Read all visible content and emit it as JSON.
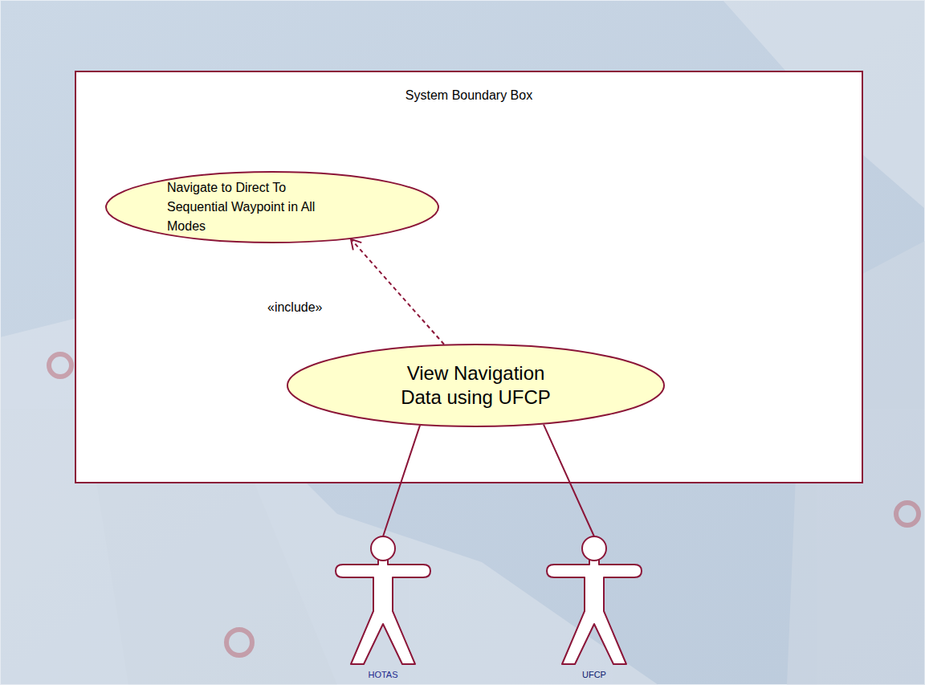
{
  "diagram": {
    "nodes": [
      {
        "text": [
          "System Boundary Box"
        ]
      },
      {
        "text": [
          "Navigate to Direct To Sequential Waypoint in All Modes"
        ],
        "in": 0
      },
      {
        "text": [
          "View Navigation Data using UFCP"
        ],
        "in": 0
      },
      {
        "text": [
          "HOTAS"
        ]
      },
      {
        "text": [
          "UFCP"
        ]
      }
    ],
    "edges": [
      {
        "from": 2,
        "to": 1,
        "label": "«include»",
        "arrow": "to"
      },
      {
        "from": 2,
        "to": 3,
        "arrow": "none"
      },
      {
        "from": 2,
        "to": 4,
        "arrow": "none"
      }
    ]
  }
}
